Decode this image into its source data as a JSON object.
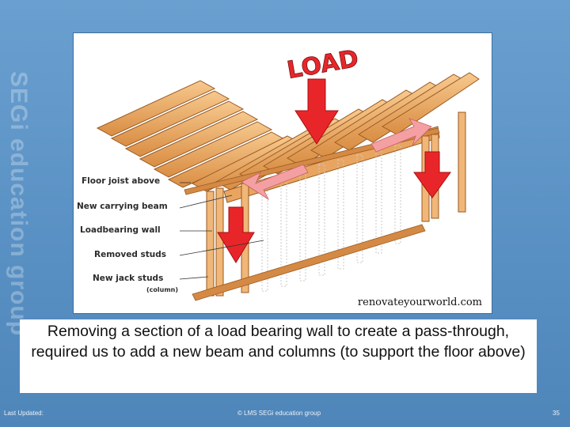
{
  "watermark": {
    "text": "SEGi education group"
  },
  "diagram": {
    "heading": "LOAD",
    "labels": {
      "floor_joist": "Floor joist above",
      "carrying_beam": "New carrying beam",
      "loadbearing_wall": "Loadbearing wall",
      "removed_studs": "Removed studs",
      "jack_studs": "New jack studs",
      "column_note": "(column)"
    },
    "source": "renovateyourworld.com",
    "colors": {
      "wood": "#f0b778",
      "wood_dark": "#b06a2c",
      "arrow_red": "#e8262a",
      "arrow_pink": "#f4a0a2"
    }
  },
  "caption": {
    "text": "Removing a section of a load bearing wall to create a pass-through, required us to add a new beam and columns (to support the floor above)"
  },
  "footer": {
    "last_updated": "Last Updated:",
    "copyright": "© LMS SEGi education group",
    "page_number": "35"
  }
}
